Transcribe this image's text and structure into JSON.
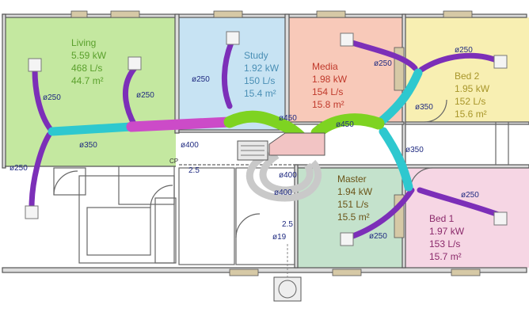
{
  "colors": {
    "living": "#c4e8a0",
    "study": "#c7e3f3",
    "media": "#f8c9b9",
    "bed2": "#f8efb2",
    "master": "#c4e2cc",
    "bed1": "#f6d6e4",
    "duct_main": "#7ed321",
    "duct_cyan": "#2ec8cf",
    "duct_branch": "#7c2fb8",
    "duct_magenta": "#cc4bc8",
    "wall": "#555555"
  },
  "rooms": [
    {
      "id": "living",
      "name": "Living",
      "power": "5.59 kW",
      "flow": "468 L/s",
      "area": "44.7 m²",
      "text_color": "#5aa02c"
    },
    {
      "id": "study",
      "name": "Study",
      "power": "1.92 kW",
      "flow": "150 L/s",
      "area": "15.4 m²",
      "text_color": "#4a8fb5"
    },
    {
      "id": "media",
      "name": "Media",
      "power": "1.98 kW",
      "flow": "154 L/s",
      "area": "15.8 m²",
      "text_color": "#c0392b"
    },
    {
      "id": "bed2",
      "name": "Bed 2",
      "power": "1.95 kW",
      "flow": "152 L/s",
      "area": "15.6 m²",
      "text_color": "#a8962a"
    },
    {
      "id": "master",
      "name": "Master",
      "power": "1.94 kW",
      "flow": "151 L/s",
      "area": "15.5 m²",
      "text_color": "#6b5418"
    },
    {
      "id": "bed1",
      "name": "Bed 1",
      "power": "1.97 kW",
      "flow": "153 L/s",
      "area": "15.7 m²",
      "text_color": "#8b2a6b"
    }
  ],
  "duct_labels": {
    "living_a": "ø250",
    "living_b": "ø250",
    "living_c": "ø250",
    "living_trunk": "ø350",
    "main_left": "ø400",
    "study": "ø250",
    "study_main": "ø450",
    "media_main": "ø450",
    "media": "ø250",
    "bed2": "ø250",
    "right_trunk_upper": "ø350",
    "right_trunk_lower": "ø350",
    "bed1": "ø250",
    "master": "ø250",
    "return_a": "ø400",
    "return_b": "ø400",
    "drain": "ø19",
    "drop_a": "2.5",
    "drop_b": "2.5",
    "cp_label": "CP"
  }
}
